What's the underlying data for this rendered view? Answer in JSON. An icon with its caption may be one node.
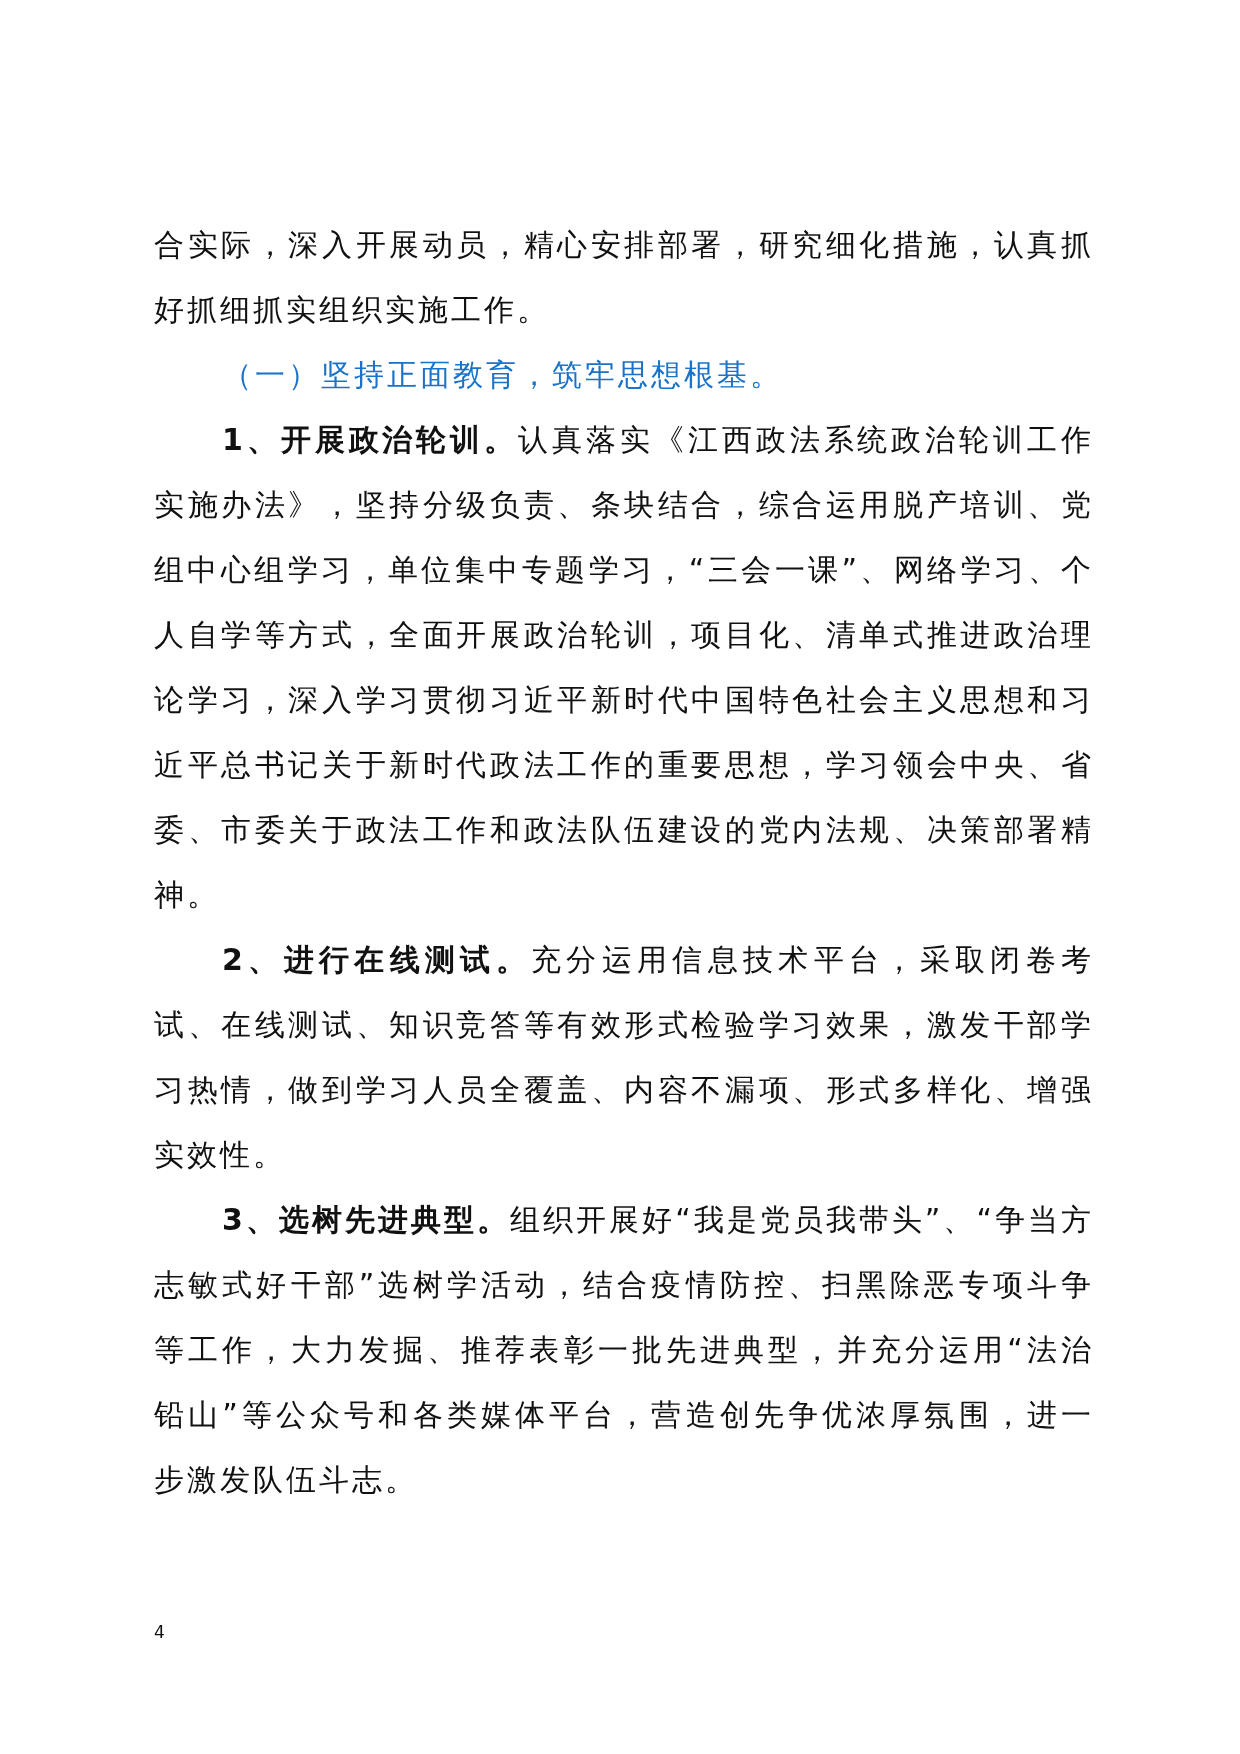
{
  "diagram": {
    "labels": [
      "合实际，深入开展动员，精心安排部署，研究细化措施，认真抓好抓细抓实组织实施工作。",
      "（一）坚持正面教育，筑牢思想根基。",
      "**1、开展政治轮训。**认真落实《江西政法系统政治轮训工作实施办法》，坚持分级负责、条块结合，综合运用脱产培训、党组中心组学习，单位集中专题学习，“三会一课”、网络学习、个人自学等方式，全面开展政治轮训，项目化、清单式推进政治理论学习，深入学习贯彻习近平新时代中国特色社会主义思想和习近平总书记关于新时代政法工作的重要思想，学习领会中央、省委、市委关于政法工作和政法队伍建设的党内法规、决策部署精神。",
      "**2、进行在线测试。**充分运用信息技术平台，采取闭卷考试、在线测试、知识竞答等有效形式检验学习效果，激发干部学习热情，做到学习人员全覆盖、内容不漏项、形式多样化、增强实效性。",
      "**3、选树先进典型。**组织开展好“我是党员我带头”、“争当方志敏式好干部”选树学活动，结合疫情防控、扫黑除恶专项斗争等工作，大力发掘、推荐表彰一批先进典型，并充分运用“法治铅山”等公众号和各类媒体平台，营造创先争优浓厚氛围，进一步激发队伍斗志。",
      "4"
    ]
  }
}
